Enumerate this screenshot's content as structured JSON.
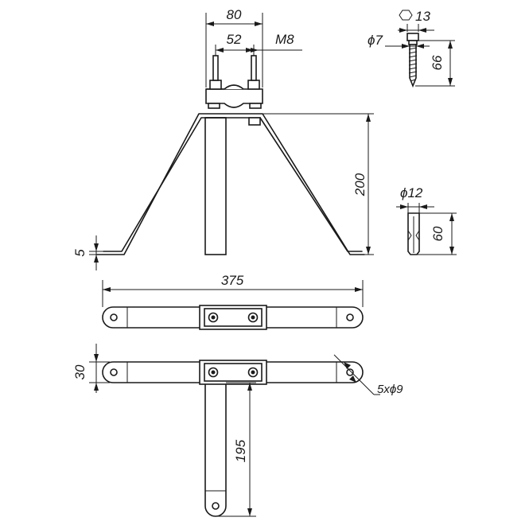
{
  "drawing": {
    "dimensions": {
      "overall_width_clamp": "80",
      "bolt_spacing": "52",
      "thread": "M8",
      "hex_size": "13",
      "lag_diameter": "ϕ7",
      "lag_length": "66",
      "height": "200",
      "anchor_diameter": "ϕ12",
      "anchor_length": "60",
      "foot_thickness": "5",
      "arm_length": "375",
      "bar_width": "30",
      "holes": "5xϕ9",
      "leg_length": "195"
    }
  }
}
